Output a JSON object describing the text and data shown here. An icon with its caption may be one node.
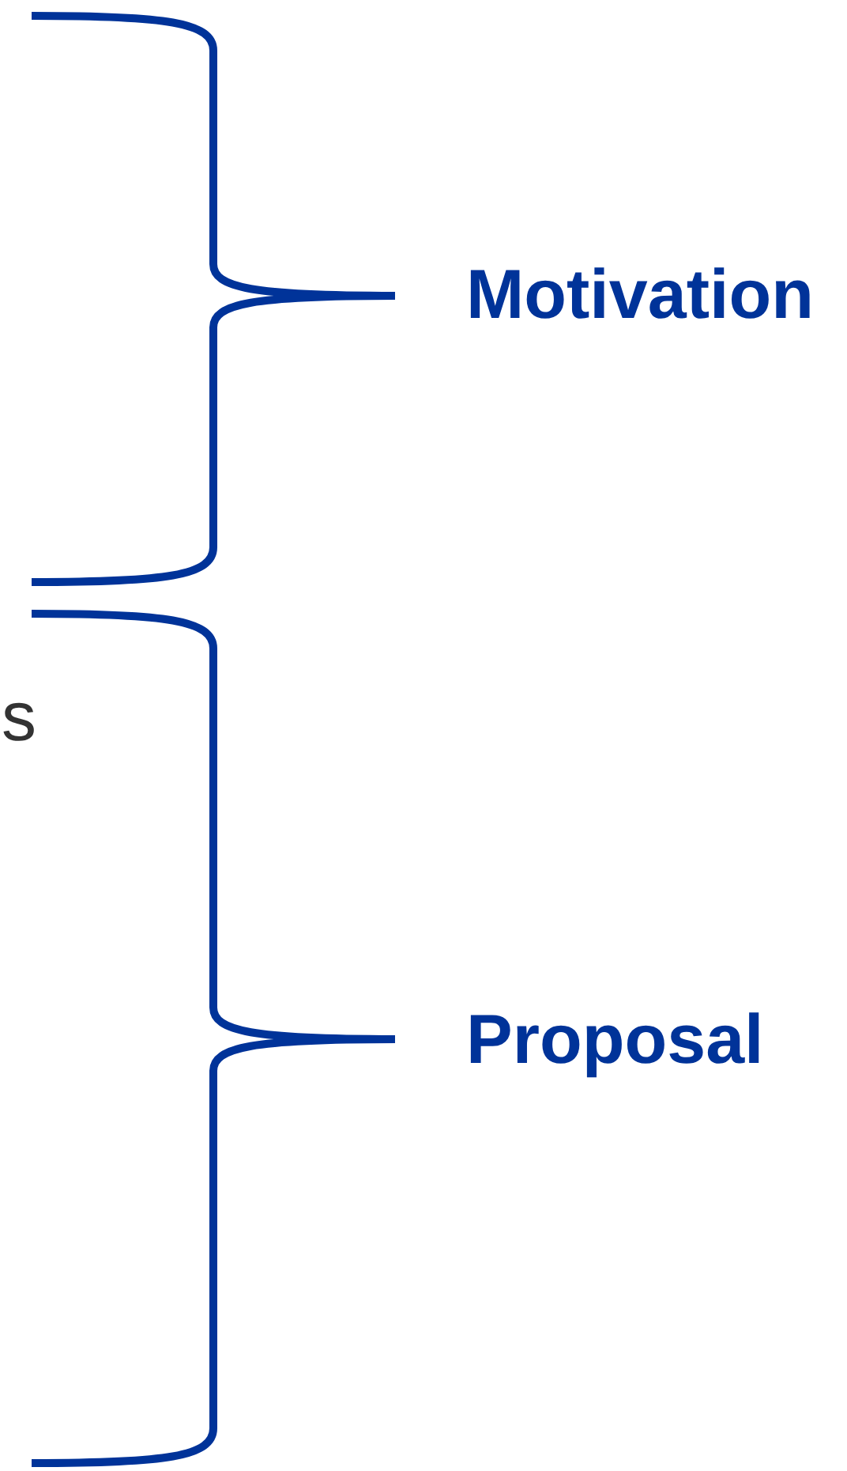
{
  "diagram": {
    "labels": [
      "s",
      "Motivation",
      "Proposal"
    ]
  }
}
